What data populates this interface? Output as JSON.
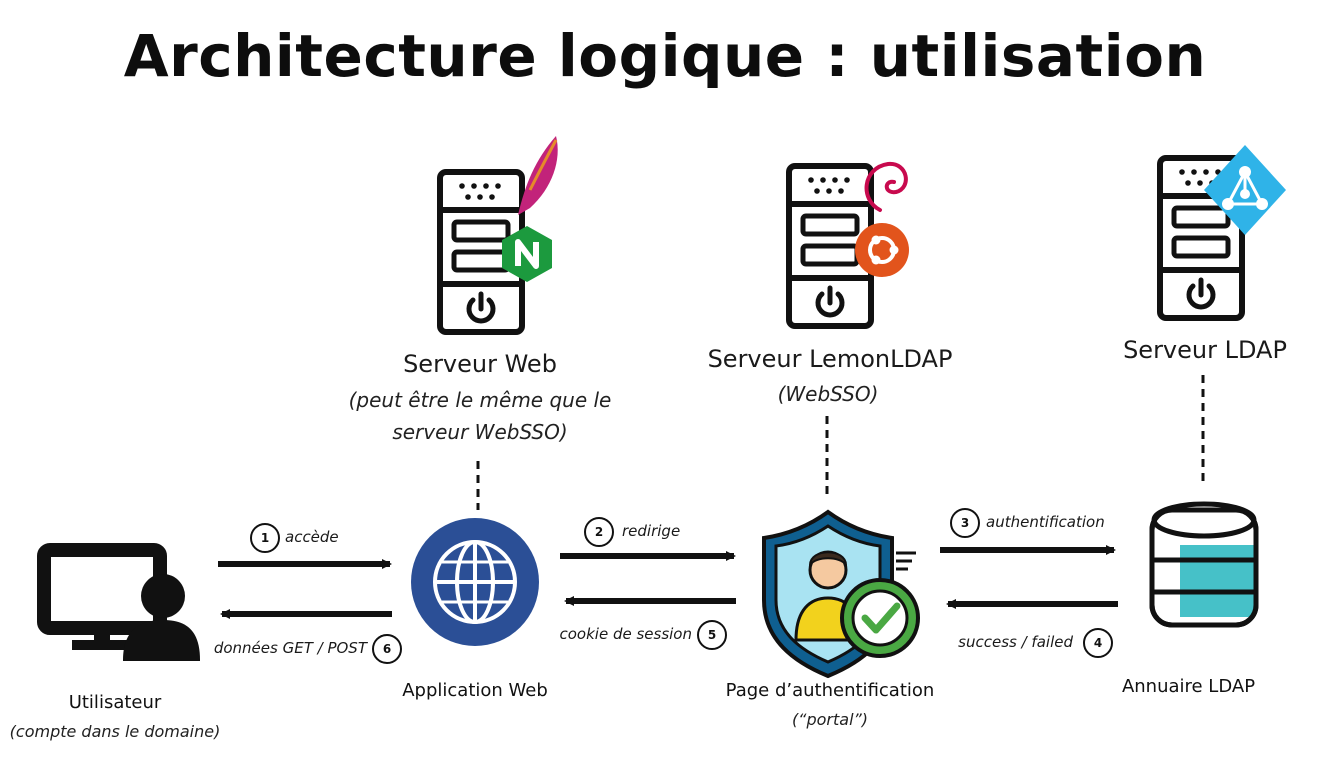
{
  "title": "Architecture logique : utilisation",
  "servers": {
    "web": {
      "name": "Serveur Web",
      "note_line1": "(peut être le même que le",
      "note_line2": "serveur WebSSO)"
    },
    "lemon": {
      "name": "Serveur LemonLDAP",
      "note": "(WebSSO)"
    },
    "ldap": {
      "name": "Serveur LDAP"
    }
  },
  "nodes": {
    "user": {
      "name": "Utilisateur",
      "note": "(compte dans le domaine)"
    },
    "webapp": {
      "name": "Application Web"
    },
    "auth": {
      "name": "Page d’authentification",
      "note": "(“portal”)"
    },
    "directory": {
      "name": "Annuaire LDAP"
    }
  },
  "steps": [
    {
      "num": "1",
      "label": "accède"
    },
    {
      "num": "2",
      "label": "redirige"
    },
    {
      "num": "3",
      "label": "authentification"
    },
    {
      "num": "4",
      "label": "success / failed"
    },
    {
      "num": "5",
      "label": "cookie de session"
    },
    {
      "num": "6",
      "label": "données GET / POST"
    }
  ],
  "colors": {
    "arrow": "#111111",
    "globe": "#2b4f96",
    "nginx": "#1c9a3e",
    "apache_feather": "#c2237a",
    "ubuntu": "#e2541c",
    "debian": "#c80a4e",
    "azure_ad": "#2fb3e8",
    "db_accent": "#46c1c8",
    "shield": "#1a8cc7",
    "check": "#4aa843"
  },
  "icons": [
    "server-icon",
    "apache-feather-icon",
    "nginx-icon",
    "debian-swirl-icon",
    "ubuntu-icon",
    "azure-ad-icon",
    "user-computer-icon",
    "globe-icon",
    "auth-shield-icon",
    "database-icon"
  ]
}
